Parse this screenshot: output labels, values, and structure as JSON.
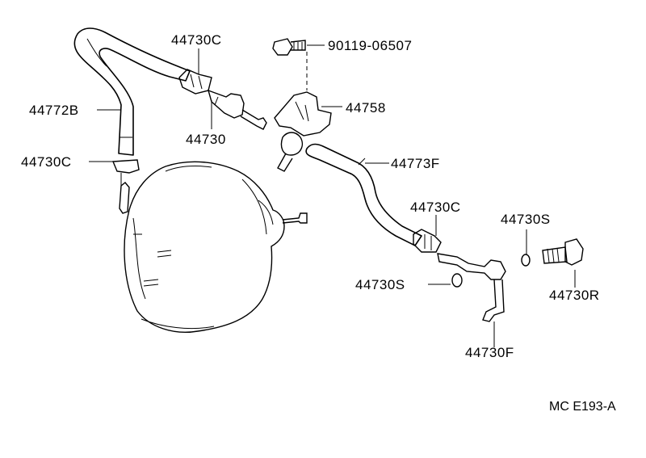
{
  "diagram": {
    "labels": {
      "l44730c_top": "44730C",
      "l90119": "90119-06507",
      "l44772b": "44772B",
      "l44758": "44758",
      "l44730": "44730",
      "l44730c_left": "44730C",
      "l44773f": "44773F",
      "l44730c_mid": "44730C",
      "l44730s_right": "44730S",
      "l44730s_left": "44730S",
      "l44730r": "44730R",
      "l44730f": "44730F"
    },
    "reference_code": "MC E193-A"
  }
}
